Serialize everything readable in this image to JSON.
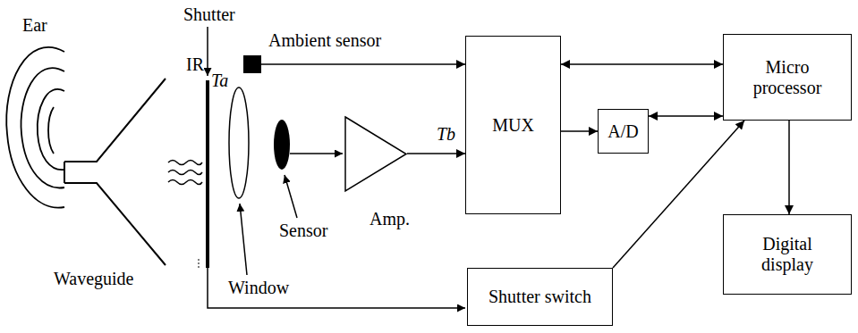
{
  "diagram": {
    "nodes": [
      {
        "text": [
          "Ambient sensor"
        ]
      },
      {
        "text": [
          "Amp."
        ]
      },
      {
        "text": [
          "MUX"
        ]
      },
      {
        "text": [
          "A/D"
        ]
      },
      {
        "text": [
          "Micro processor"
        ]
      },
      {
        "text": [
          "Digital display"
        ]
      },
      {
        "text": [
          "Shutter switch"
        ]
      }
    ],
    "edges": [
      {
        "from": 0,
        "to": 2,
        "arrow": "to"
      },
      {
        "from": 1,
        "to": 2,
        "label": "Tb",
        "arrow": "to"
      },
      {
        "from": 2,
        "to": 4,
        "arrow": "both"
      },
      {
        "from": 2,
        "to": 3,
        "arrow": "to"
      },
      {
        "from": 3,
        "to": 4,
        "arrow": "both"
      },
      {
        "from": 4,
        "to": 5,
        "arrow": "to"
      },
      {
        "from": 6,
        "to": 4,
        "arrow": "to"
      }
    ],
    "labels": [
      "Ear",
      "Shutter",
      "IR",
      "Ta",
      "Waveguide",
      "Window",
      "Sensor"
    ]
  }
}
